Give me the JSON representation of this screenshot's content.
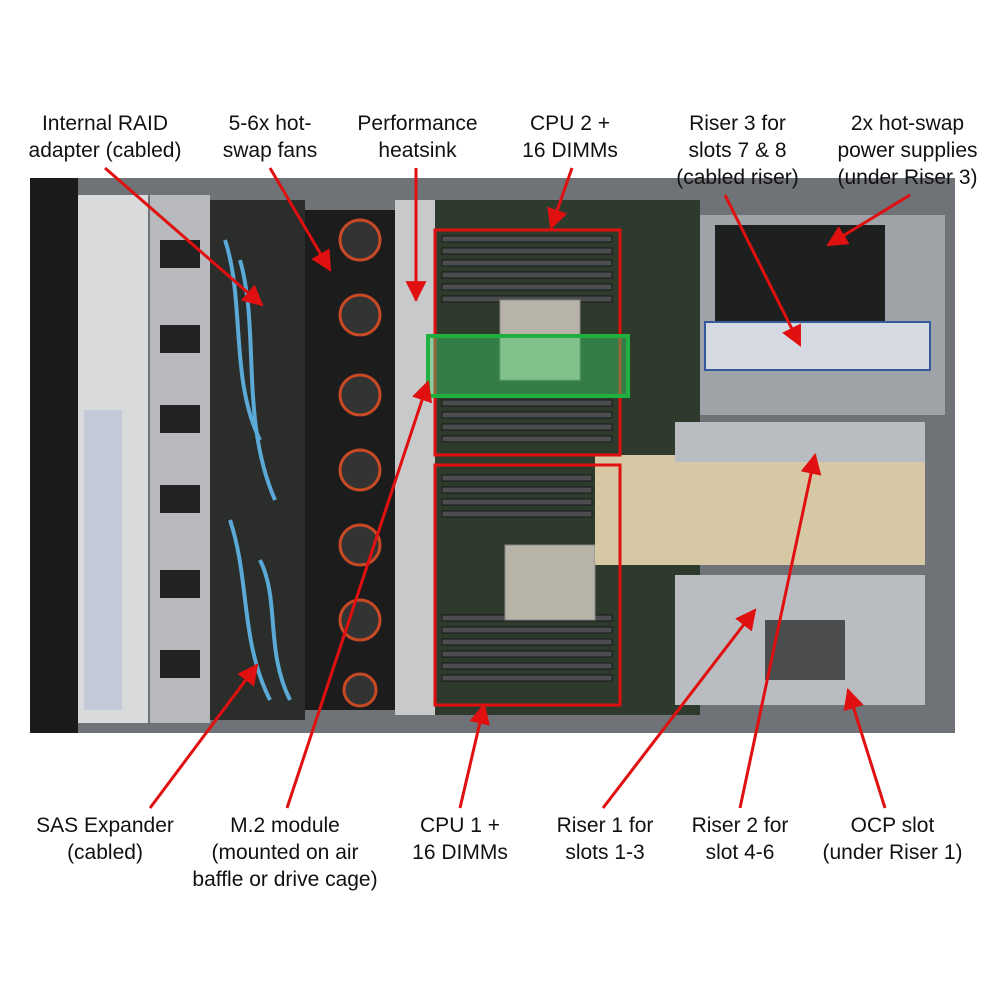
{
  "labels": {
    "raid": "Internal RAID\nadapter (cabled)",
    "fans": "5-6x hot-\nswap fans",
    "heatsink": "Performance\nheatsink",
    "cpu2": "CPU 2 +\n16 DIMMs",
    "riser3": "Riser 3 for\nslots 7 & 8\n(cabled riser)",
    "psu": "2x hot-swap\npower supplies\n(under Riser 3)",
    "sas": "SAS Expander\n(cabled)",
    "m2": "M.2 module\n(mounted on air\nbaffle or drive cage)",
    "cpu1": "CPU 1 +\n16 DIMMs",
    "riser1": "Riser 1 for\nslots 1-3",
    "riser2": "Riser 2 for\nslot 4-6",
    "ocp": "OCP slot\n(under Riser 1)"
  },
  "colors": {
    "callout": "#e01010",
    "highlight_green": "#20b040",
    "chassis": "#8c8f93",
    "board": "#2e3a2c"
  }
}
